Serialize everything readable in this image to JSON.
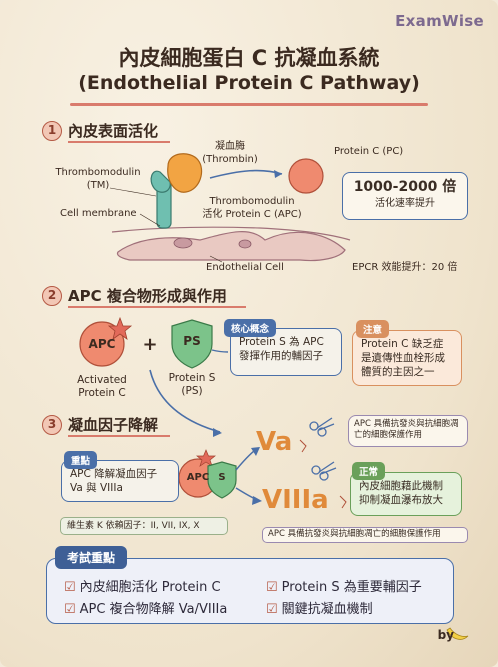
{
  "brand": "ExamWise",
  "title": {
    "zh": "內皮細胞蛋白 C 抗凝血系統",
    "en": "(Endothelial Protein C Pathway)"
  },
  "section1": {
    "num": "1",
    "title": "內皮表面活化",
    "enzyme_zh": "凝血脢",
    "enzyme_en": "(Thrombin)",
    "tm_line1": "Thrombomodulin",
    "tm_line2": "(TM)",
    "pc": "Protein C (PC)",
    "cell_membrane": "Cell membrane",
    "tm_apc_line1": "Thrombomodulin",
    "tm_apc_line2": "活化 Protein C (APC)",
    "endothelial_cell": "Endothelial Cell",
    "rate_big": "1000-2000 倍",
    "rate_small": "活化速率提升",
    "epcr": "EPCR 效能提升：20 倍"
  },
  "section2": {
    "num": "2",
    "title": "APC 複合物形成與作用",
    "apc": "APC",
    "plus": "+",
    "ps": "PS",
    "apc_label_1": "Activated",
    "apc_label_2": "Protein C",
    "ps_label_1": "Protein S",
    "ps_label_2": "(PS)",
    "core_tag": "核心概念",
    "core_text": "Protein S 為 APC 發揮作用的輔因子",
    "note_tag": "注意",
    "note_text": "Protein C 缺乏症是遺傳性血栓形成體質的主因之一"
  },
  "section3": {
    "num": "3",
    "title": "凝血因子降解",
    "key_tag": "重點",
    "key_text": "APC 降解凝血因子 Va 與 VIIIa",
    "complex_apc": "APC",
    "complex_s": "S",
    "va": "Va",
    "viiia": "VIIIa",
    "apc_note_top": "APC 具備抗發炎與抗細胞凋亡的細胞保護作用",
    "normal_tag": "正常",
    "normal_text": "內皮細胞藉此機制抑制凝血瀑布放大",
    "vitk": "維生素 K 依賴因子：II, VII, IX, X",
    "apc_note_bottom": "APC 具備抗發炎與抗細胞凋亡的細胞保護作用"
  },
  "exam": {
    "tag": "考試重點",
    "items": [
      "內皮細胞活化 Protein C",
      "Protein S 為重要輔因子",
      "APC 複合物降解 Va/VIIIa",
      "關鍵抗凝血機制"
    ]
  },
  "footer": {
    "by": "by"
  },
  "colors": {
    "accent_red": "#d97b6c",
    "blue": "#4a6fa8",
    "green": "#6aa05a",
    "orange": "#d9905f"
  }
}
